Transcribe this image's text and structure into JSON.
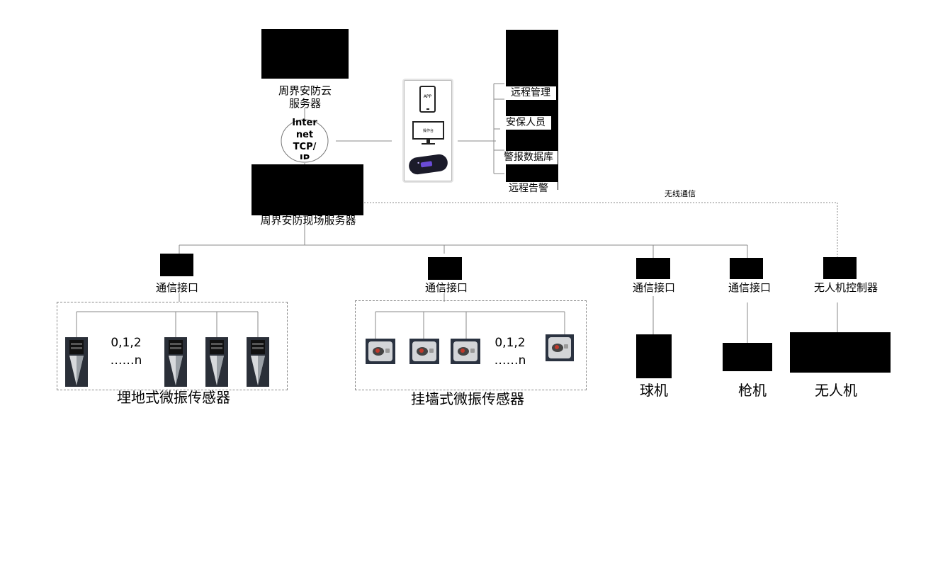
{
  "cloud_server": {
    "label_line1": "周界安防云",
    "label_line2": "服务器"
  },
  "internet": {
    "l1": "Inter",
    "l2": "net",
    "l3": "TCP/",
    "l4": "IP"
  },
  "client_panel": {
    "app_label": "APP",
    "console_label": "操作台"
  },
  "remote": {
    "manage": "远程管理",
    "staff": "安保人员",
    "db": "警报数据库",
    "alarm": "远程告警"
  },
  "site_server": {
    "label": "周界安防现场服务器"
  },
  "wireless": {
    "label": "无线通信"
  },
  "interfaces": {
    "if1": "通信接口",
    "if2": "通信接口",
    "if3": "通信接口",
    "if4": "通信接口",
    "drone_ctrl": "无人机控制器"
  },
  "groups": {
    "buried": {
      "count_l1": "0,1,2",
      "count_l2": "……n",
      "label": "埋地式微振传感器"
    },
    "wall": {
      "count_l1": "0,1,2",
      "count_l2": "……n",
      "label": "挂墙式微振传感器"
    }
  },
  "devices": {
    "dome": "球机",
    "bullet": "枪机",
    "drone": "无人机"
  }
}
